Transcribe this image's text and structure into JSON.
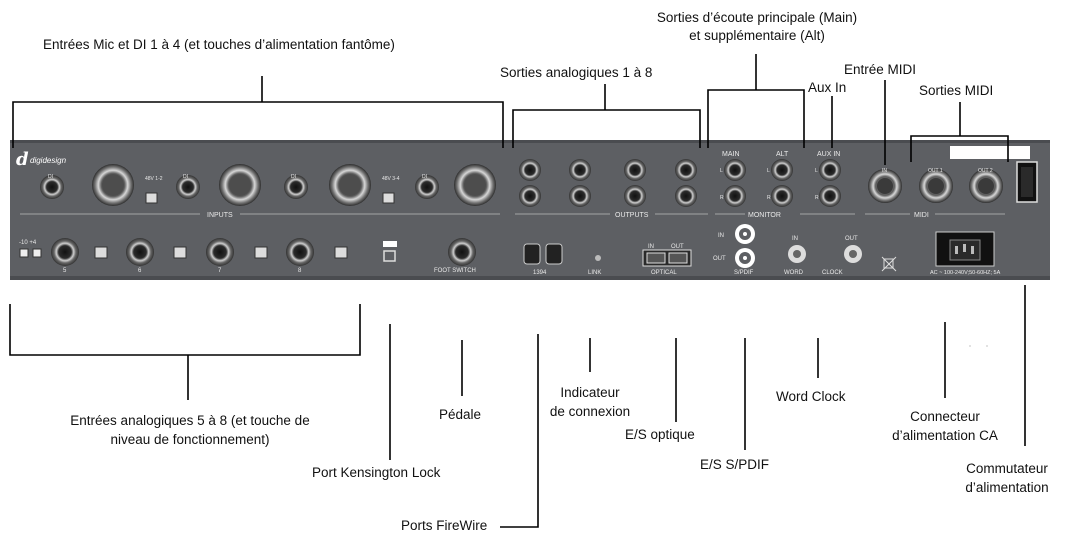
{
  "callouts": {
    "mic_di": "Entrées Mic et DI 1 à 4 (et touches d’alimentation fantôme)",
    "analog_out": "Sorties analogiques 1 à 8",
    "monitor_out_1": "Sorties d’écoute principale (Main)",
    "monitor_out_2": "et supplémentaire (Alt)",
    "aux_in": "Aux In",
    "midi_in": "Entrée MIDI",
    "midi_out": "Sorties MIDI",
    "analog_in_1": "Entrées analogiques 5 à 8 (et touche de",
    "analog_in_2": "niveau de fonctionnement)",
    "kensington": "Port Kensington Lock",
    "pedal": "Pédale",
    "firewire": "Ports FireWire",
    "link_1": "Indicateur",
    "link_2": "de connexion",
    "optical": "E/S optique",
    "spdif": "E/S S/PDIF",
    "word_clock": "Word Clock",
    "ac_1": "Connecteur",
    "ac_2": "d’alimentation CA",
    "power_1": "Commutateur",
    "power_2": "d’alimentation"
  },
  "panel": {
    "brand": "digidesign",
    "inputs": "INPUTS",
    "outputs": "OUTPUTS",
    "monitor": "MONITOR",
    "midi": "MIDI",
    "main": "MAIN",
    "alt": "ALT",
    "aux_in": "AUX IN",
    "in": "IN",
    "out": "OUT",
    "out1": "OUT 1",
    "out2": "OUT 2",
    "di": "DI",
    "p48_12": "48V 1-2",
    "p48_34": "48V 3-4",
    "foot_switch": "FOOT SWITCH",
    "fw": "1394",
    "link": "LINK",
    "optical": "OPTICAL",
    "spdif": "S/PDIF",
    "word": "WORD",
    "clock": "CLOCK",
    "ac": "AC ~ 100-240V;50-60HZ; 5A",
    "level": "-10  +4",
    "l": "L",
    "r": "R"
  }
}
